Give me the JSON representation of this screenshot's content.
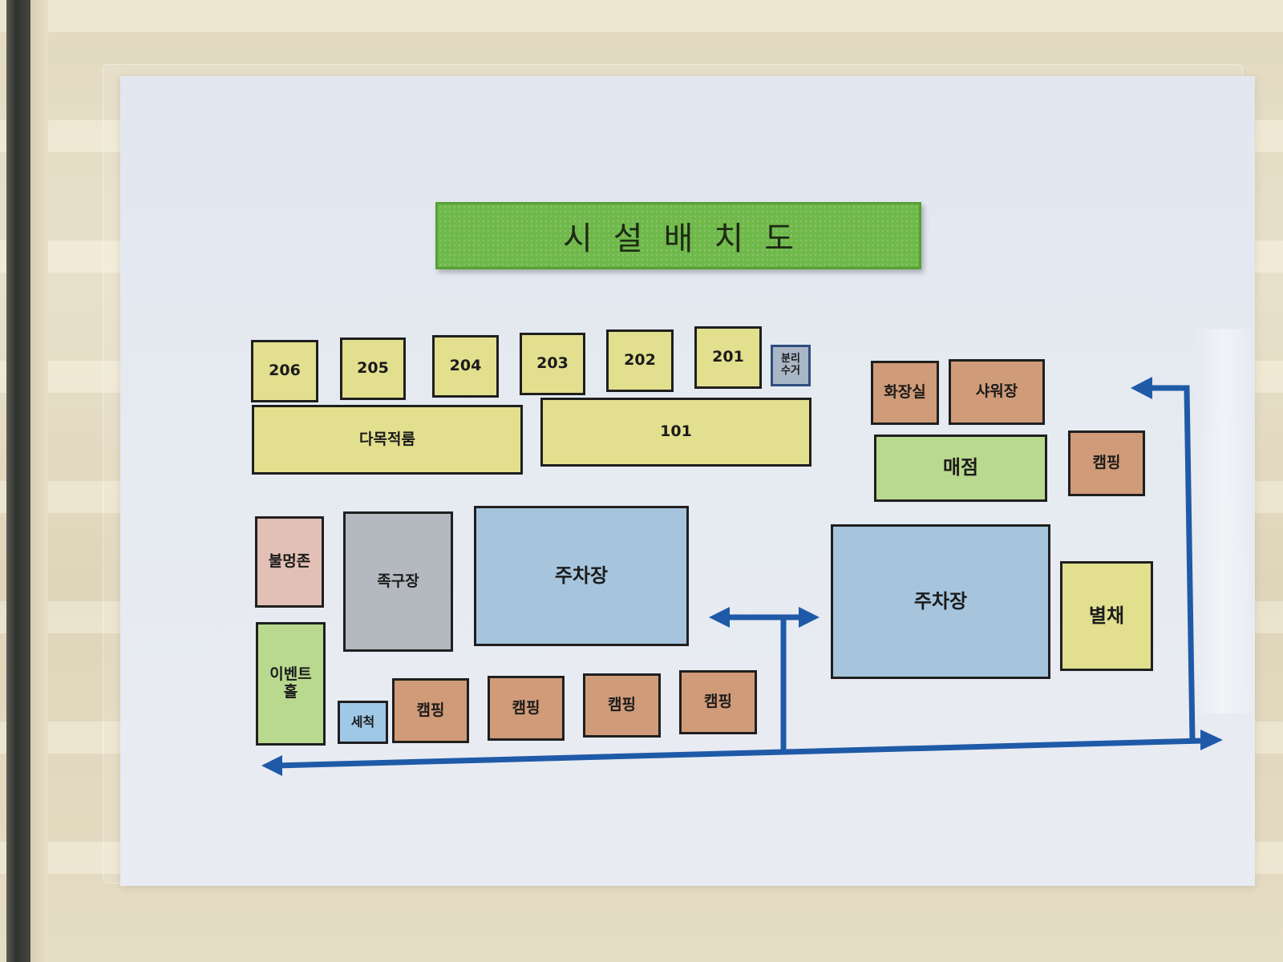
{
  "title": "시설배치도",
  "facilities": {
    "room_206": "206",
    "room_205": "205",
    "room_204": "204",
    "room_203": "203",
    "room_202": "202",
    "room_201": "201",
    "recycling": "분리\n수거",
    "multipurpose_room": "다목적룸",
    "room_101": "101",
    "restroom": "화장실",
    "shower_room": "샤워장",
    "store": "매점",
    "camping_east": "캠핑",
    "fire_zone": "불멍존",
    "foot_volleyball": "족구장",
    "parking_west": "주차장",
    "parking_east": "주차장",
    "annex": "별채",
    "event_hall": "이벤트\n홀",
    "washing": "세척",
    "camping_1": "캠핑",
    "camping_2": "캠핑",
    "camping_3": "캠핑",
    "camping_4": "캠핑"
  },
  "colors": {
    "room": "#e2df8e",
    "camping": "#d09b78",
    "store": "#b9d98e",
    "parking": "#a6c5dc",
    "path": "#1f5aa8",
    "title_banner": "#6fb84a"
  }
}
